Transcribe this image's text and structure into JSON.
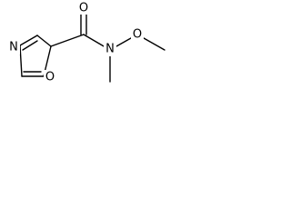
{
  "molecule": {
    "atoms": {
      "o_carbonyl": "O",
      "n_amide": "N",
      "o_methoxy": "O",
      "n_ring": "N",
      "o_ring": "O"
    }
  }
}
